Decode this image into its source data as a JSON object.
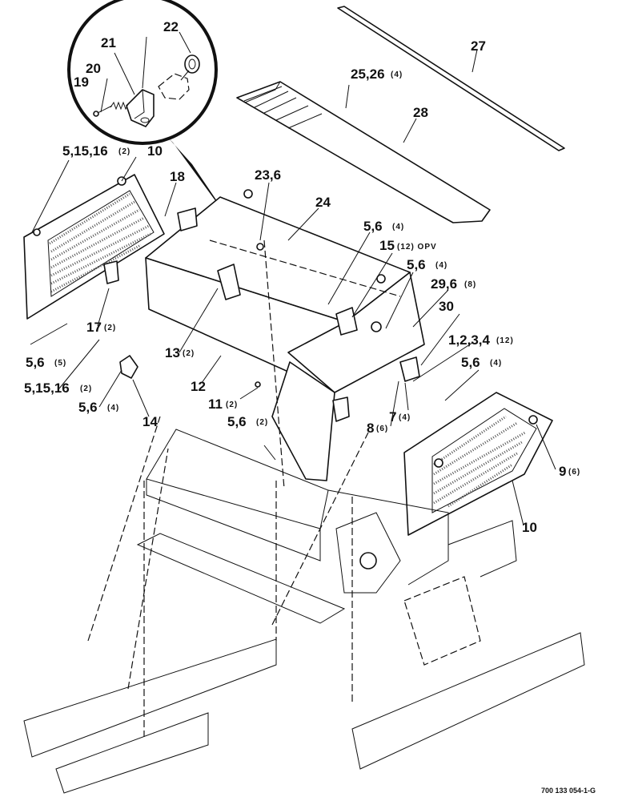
{
  "figure_code": "700 133 054-1-G",
  "callouts": {
    "c19": "19",
    "c20": "20",
    "c21": "21",
    "c22": "22",
    "c27": "27",
    "c25_26": "25,26",
    "c25_26_qty": "(4)",
    "c28": "28",
    "c5_15_16_top": "5,15,16",
    "c5_15_16_top_qty": "(2)",
    "c10_top": "10",
    "c18": "18",
    "c23_6": "23,6",
    "c24": "24",
    "c5_6_a": "5,6",
    "c5_6_a_qty": "(4)",
    "c15": "15",
    "c15_qty": "(12) OPV",
    "c5_6_b": "5,6",
    "c5_6_b_qty": "(4)",
    "c29_6": "29,6",
    "c29_6_qty": "(8)",
    "c30": "30",
    "c17": "17",
    "c17_qty": "(2)",
    "c5_6_c": "5,6",
    "c5_6_c_qty": "(5)",
    "c13": "13",
    "c13_qty": "(2)",
    "c1_2_3_4": "1,2,3,4",
    "c1_2_3_4_qty": "(12)",
    "c5_6_d": "5,6",
    "c5_6_d_qty": "(4)",
    "c12": "12",
    "c5_15_16_bot": "5,15,16",
    "c5_15_16_bot_qty": "(2)",
    "c11": "11",
    "c11_qty": "(2)",
    "c7": "7",
    "c7_qty": "(4)",
    "c5_6_e": "5,6",
    "c5_6_e_qty": "(4)",
    "c8": "8",
    "c8_qty": "(6)",
    "c14": "14",
    "c5_6_f": "5,6",
    "c5_6_f_qty": "(2)",
    "c9": "9",
    "c9_qty": "(6)",
    "c10_bot": "10"
  }
}
